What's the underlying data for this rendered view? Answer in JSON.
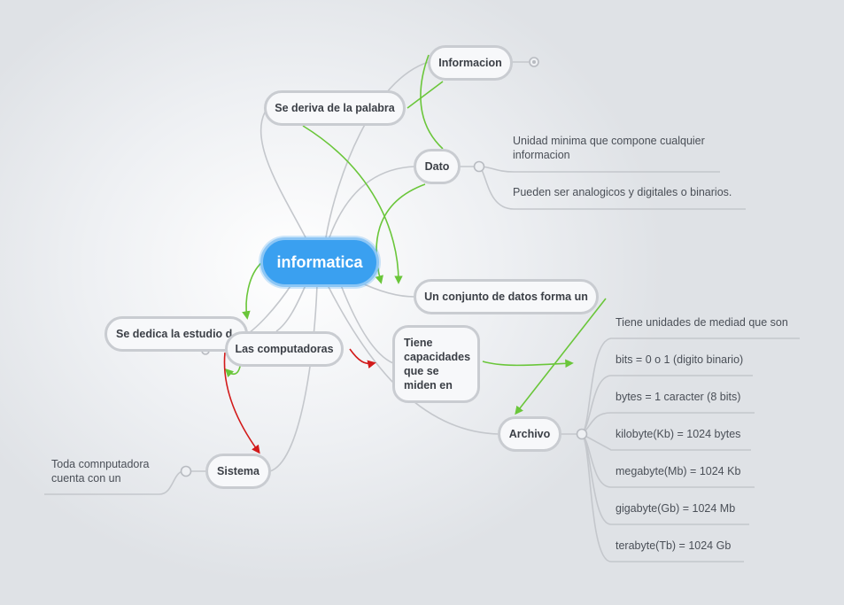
{
  "root": "informatica",
  "nodes": {
    "informacion": "Informacion",
    "deriva": "Se deriva de la palabra",
    "dato": "Dato",
    "conjunto": "Un conjunto de datos forma un",
    "dedica": "Se dedica la estudio d",
    "computadoras": "Las computadoras",
    "capacidades": "Tiene capacidades que se miden en",
    "archivo": "Archivo",
    "sistema": "Sistema"
  },
  "dato_notes": [
    "Unidad minima que compone cualquier informacion",
    "Pueden ser analogicos y digitales o binarios."
  ],
  "archivo_notes": [
    "Tiene unidades de mediad que son",
    "bits = 0 o 1 (digito binario)",
    "bytes = 1 caracter (8 bits)",
    "kilobyte(Kb) = 1024 bytes",
    "megabyte(Mb) = 1024 Kb",
    "gigabyte(Gb) = 1024 Mb",
    "terabyte(Tb) = 1024 Gb"
  ],
  "sistema_note": "Toda comnputadora cuenta con un",
  "colors": {
    "root_fill": "#3aa0f0",
    "connector": "#c4c7cc",
    "relation_green": "#6ac63a",
    "relation_red": "#d21a1a"
  }
}
